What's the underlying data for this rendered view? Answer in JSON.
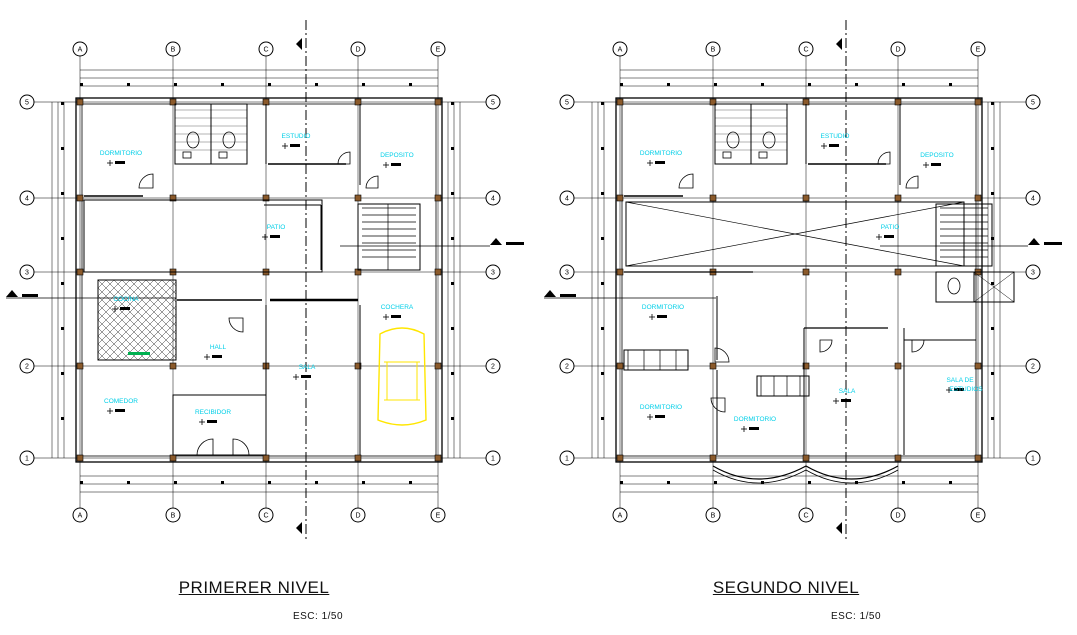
{
  "colors": {
    "line": "#000000",
    "room_label": "#00cfe8",
    "car": "#ffe600",
    "column": "#8b5a2b",
    "accent_green": "#00b050",
    "background": "#ffffff"
  },
  "grid": {
    "column_axes": [
      "A",
      "B",
      "C",
      "D",
      "E"
    ],
    "row_axes": [
      "5",
      "4",
      "3",
      "2",
      "1"
    ]
  },
  "plans": [
    {
      "title": "PRIMERER NIVEL",
      "scale": "ESC: 1/50",
      "rooms": [
        {
          "label": "DORMITORIO"
        },
        {
          "label": "ESTUDIO"
        },
        {
          "label": "DEPOSITO"
        },
        {
          "label": "PATIO"
        },
        {
          "label": "COCINA"
        },
        {
          "label": "COCHERA"
        },
        {
          "label": "HALL"
        },
        {
          "label": "SALA"
        },
        {
          "label": "COMEDOR"
        },
        {
          "label": "RECIBIDOR"
        }
      ]
    },
    {
      "title": "SEGUNDO  NIVEL",
      "scale": "ESC: 1/50",
      "rooms": [
        {
          "label": "DORMITORIO"
        },
        {
          "label": "ESTUDIO"
        },
        {
          "label": "DEPOSITO"
        },
        {
          "label": "PATIO"
        },
        {
          "label": "DORMITORIO"
        },
        {
          "label": "DORMITORIO"
        },
        {
          "label": "DORMITORIO"
        },
        {
          "label": "SALA"
        },
        {
          "label": "SALA DE"
        },
        {
          "label": "ESTUDIOS"
        }
      ]
    }
  ]
}
